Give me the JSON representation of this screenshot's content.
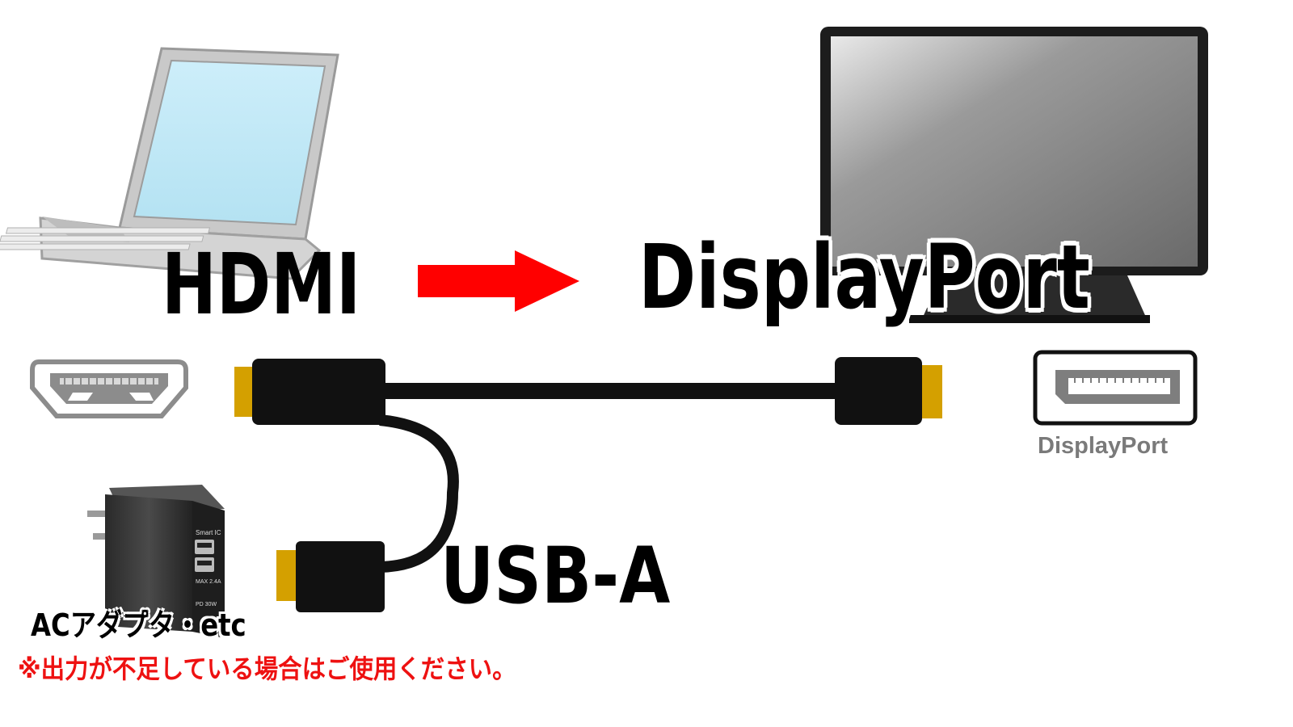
{
  "labels": {
    "hdmi": "HDMI",
    "displayport": "DisplayPort",
    "usb_a": "USB-A",
    "displayport_port_caption": "DisplayPort",
    "adapter": "ACアダプタ・etc",
    "note": "※出力が不足している場合はご使用ください。",
    "charger_text_1": "Smart IC",
    "charger_text_2": "MAX 2.4A",
    "charger_text_3": "PD 30W"
  },
  "colors": {
    "arrow": "#ff0000",
    "cable": "#111111",
    "connector_tip": "#d4a000",
    "note": "#ee1111",
    "port_caption": "#7a7a7a"
  },
  "icons": [
    "laptop-icon",
    "monitor-icon",
    "hdmi-port-icon",
    "displayport-port-icon",
    "ac-adapter-icon",
    "arrow-right-icon"
  ]
}
